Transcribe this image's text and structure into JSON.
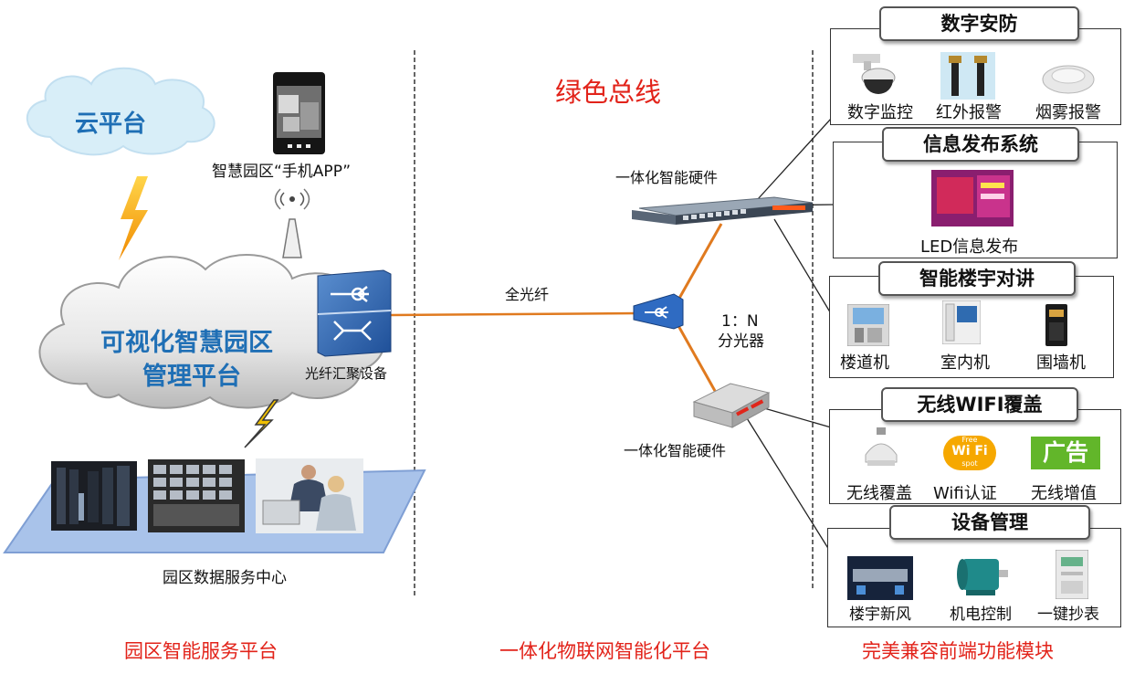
{
  "cloud_platform": {
    "label": "云平台"
  },
  "main_cloud": {
    "line1": "可视化智慧园区",
    "line2": "管理平台"
  },
  "phone_app": {
    "label": "智慧园区“手机APP”"
  },
  "fiber_aggregator": {
    "label": "光纤汇聚设备"
  },
  "data_center": {
    "label": "园区数据服务中心"
  },
  "green_bus": {
    "label": "绿色总线"
  },
  "full_fiber": {
    "label": "全光纤"
  },
  "splitter": {
    "ratio": "1：N",
    "label": "分光器"
  },
  "hardware_top": {
    "label": "一体化智能硬件"
  },
  "hardware_bottom": {
    "label": "一体化智能硬件"
  },
  "bottom_captions": {
    "left": "园区智能服务平台",
    "middle": "一体化物联网智能化平台",
    "right": "完美兼容前端功能模块"
  },
  "modules": [
    {
      "title": "数字安防",
      "items": [
        "数字监控",
        "红外报警",
        "烟雾报警"
      ]
    },
    {
      "title": "信息发布系统",
      "items": [
        "LED信息发布"
      ]
    },
    {
      "title": "智能楼宇对讲",
      "items": [
        "楼道机",
        "室内机",
        "围墙机"
      ]
    },
    {
      "title": "无线WIFI覆盖",
      "items": [
        "无线覆盖",
        "Wifi认证",
        "无线增值"
      ],
      "wifi_badge": "Wi Fi",
      "wifi_badge_top": "Free",
      "wifi_badge_bottom": "spot",
      "ad_badge": "广告"
    },
    {
      "title": "设备管理",
      "items": [
        "楼宇新风",
        "机电控制",
        "一键抄表"
      ]
    }
  ],
  "colors": {
    "accent_red": "#e2231a",
    "cloud_blue_text": "#1f6fb5",
    "fiber_orange": "#e07a1f",
    "light_cloud": "#d8eef8"
  }
}
